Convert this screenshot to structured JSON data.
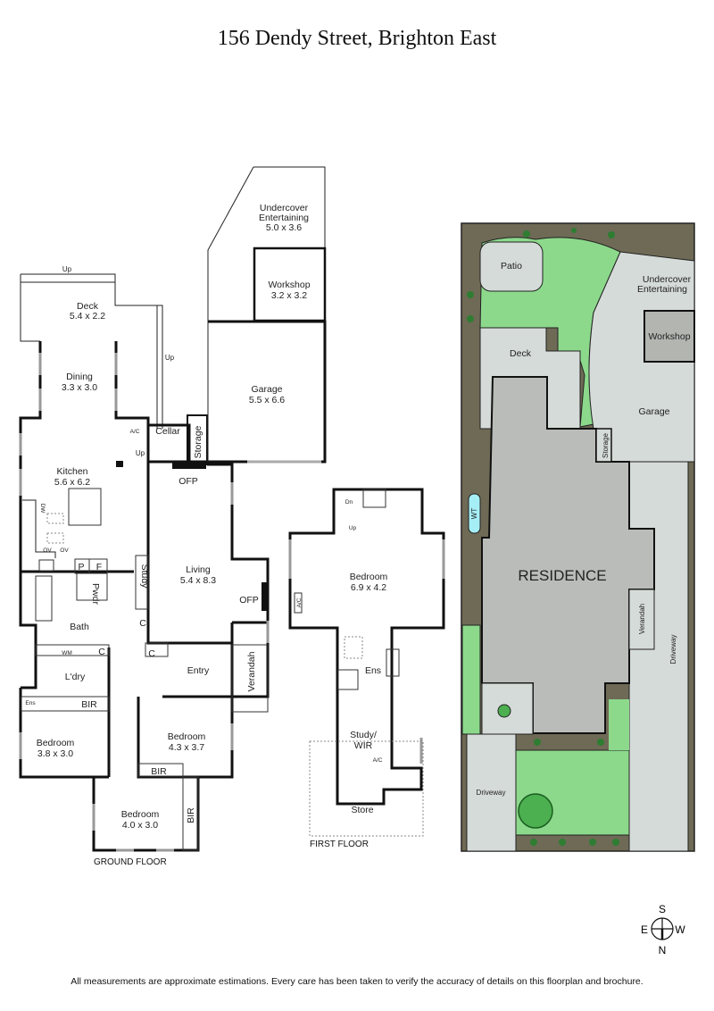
{
  "title": "156 Dendy Street, Brighton East",
  "ground_floor": {
    "label": "GROUND FLOOR",
    "rooms": {
      "deck": {
        "name": "Deck",
        "size": "5.4 x 2.2"
      },
      "dining": {
        "name": "Dining",
        "size": "3.3 x 3.0"
      },
      "kitchen": {
        "name": "Kitchen",
        "size": "5.6 x 6.2"
      },
      "living": {
        "name": "Living",
        "size": "5.4 x 8.3"
      },
      "undercover": {
        "name1": "Undercover",
        "name2": "Entertaining",
        "size": "5.0 x 3.6"
      },
      "workshop": {
        "name": "Workshop",
        "size": "3.2 x 3.2"
      },
      "garage": {
        "name": "Garage",
        "size": "5.5 x 6.6"
      },
      "bedroom1": {
        "name": "Bedroom",
        "size": "3.8 x 3.0"
      },
      "bedroom2": {
        "name": "Bedroom",
        "size": "4.3 x 3.7"
      },
      "bedroom3": {
        "name": "Bedroom",
        "size": "4.0 x 3.0"
      }
    },
    "small_labels": {
      "cellar": "Cellar",
      "storage": "Storage",
      "ofp": "OFP",
      "study": "Study",
      "pwdr": "Pwdr",
      "p": "P",
      "f": "F",
      "bath": "Bath",
      "ldry": "L'dry",
      "wm": "WM",
      "c": "C",
      "ens": "Ens",
      "bir": "BIR",
      "entry": "Entry",
      "verandah": "Verandah",
      "up": "Up",
      "ac": "A/C",
      "dw": "DW",
      "ov": "OV"
    }
  },
  "first_floor": {
    "label": "FIRST FLOOR",
    "rooms": {
      "bedroom": {
        "name": "Bedroom",
        "size": "6.9 x 4.2"
      },
      "ens": "Ens",
      "study1": "Study/",
      "study2": "WIR",
      "store": "Store"
    },
    "small_labels": {
      "dn": "Dn",
      "up": "Up",
      "ac": "A/C"
    }
  },
  "site_plan": {
    "residence": "RESIDENCE",
    "patio": "Patio",
    "deck": "Deck",
    "undercover1": "Undercover",
    "undercover2": "Entertaining",
    "workshop": "Workshop",
    "garage": "Garage",
    "storage": "Storage",
    "wt": "WT",
    "verandah": "Verandah",
    "driveway": "Driveway",
    "colors": {
      "lawn": "#8cd98c",
      "garden_bed": "#6e6a55",
      "paving": "#d5dbd8",
      "building": "#b9bcb8",
      "workshop": "#b3b5b1",
      "water_tank": "#a6eef5"
    }
  },
  "compass": {
    "n": "N",
    "s": "S",
    "e": "E",
    "w": "W"
  },
  "disclaimer": "All measurements are approximate estimations. Every care has been taken to verify the accuracy of details on this floorplan and brochure."
}
